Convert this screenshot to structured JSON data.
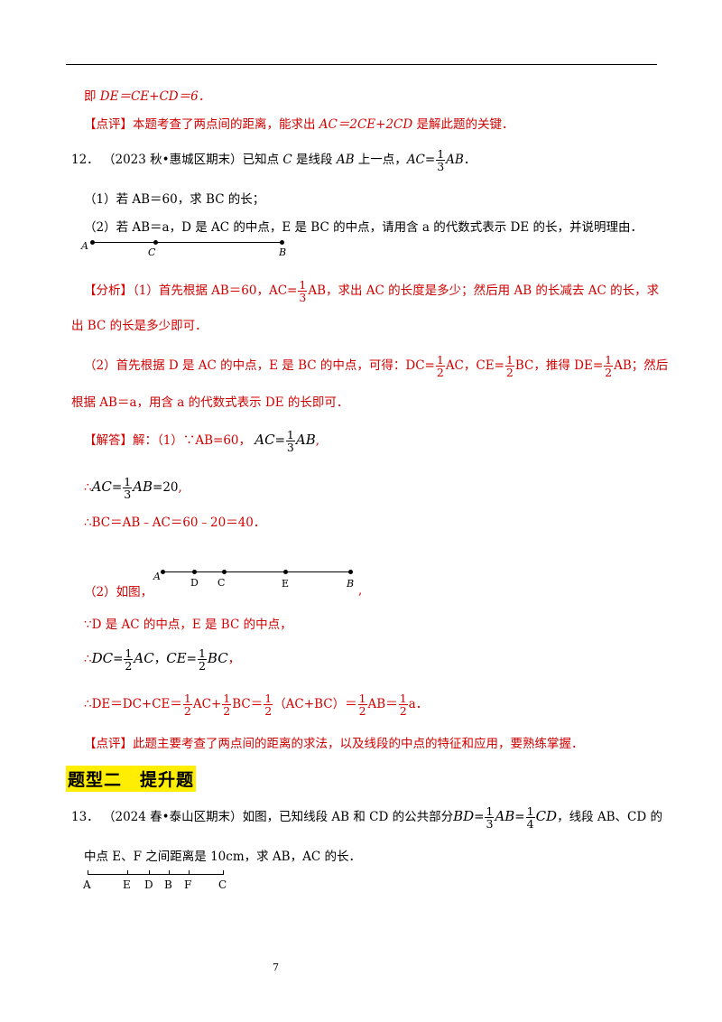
{
  "line1": {
    "prefix": "即 ",
    "expr": "DE＝CE+CD＝6．"
  },
  "comment1": {
    "tag": "【点评】",
    "text1": "本题考查了两点间的距离，能求出 ",
    "expr": "AC＝2CE+2CD",
    "text2": " 是解此题的关键．"
  },
  "q12": {
    "number": "12．",
    "source": "（2023 秋•惠城区期末）",
    "text1": "已知点 ",
    "c": "C",
    "text2": " 是线段 ",
    "ab": "AB",
    "text3": " 上一点，",
    "ac": "AC",
    "eq": "=",
    "frac_num": "1",
    "frac_den": "3",
    "ab2": "AB",
    "end": "．",
    "part1": "（1）若 AB＝60，求 BC 的长；",
    "part2": "（2）若 AB＝a，D 是 AC 的中点，E 是 BC 的中点，请用含 a 的代数式表示 DE 的长，并说明理由．",
    "diagram_labels": [
      "A",
      "C",
      "B"
    ]
  },
  "analysis": {
    "tag": "【分析】",
    "p1a": "（1）首先根据 AB＝60，AC=",
    "p1b": "AB，求出 AC 的长度是多少；然后用 AB 的长减去 AC 的长，求",
    "p1c": "出 BC 的长是多少即可．",
    "p2a": "（2）首先根据 D 是 AC 的中点，E 是 BC 的中点，可得：DC=",
    "p2b": "AC，CE=",
    "p2c": "BC，推得 DE=",
    "p2d": "AB；然后",
    "p2e": "根据 AB＝a，用含 a 的代数式表示 DE 的长即可．",
    "one": "1",
    "two": "2",
    "three": "3"
  },
  "solution": {
    "tag": "【解答】",
    "s1a": "解：（1）∵AB=60，",
    "s1b": "AC",
    "s1c": "=",
    "s1d": "AB",
    "s1e": ",",
    "s2a": "∴",
    "s2b": "AC",
    "s2c": "=",
    "s2d": "AB",
    "s2e": "=20",
    "s2f": ",",
    "s3": "∴BC＝AB﹣AC＝60﹣20＝40．",
    "s4": "（2）如图，",
    "s4end": ",",
    "diagram2_labels": [
      "A",
      "D",
      "C",
      "E",
      "B"
    ],
    "s5": "∵D 是 AC 的中点，E 是 BC 的中点，",
    "s6a": "∴",
    "s6b": "DC",
    "s6c": "=",
    "s6d": "AC",
    "s6e": "，",
    "s6f": "CE",
    "s6g": "=",
    "s6h": "BC",
    "s6i": "，",
    "s7a": "∴DE＝DC+CE＝",
    "s7b": "AC+",
    "s7c": "BC＝",
    "s7d": "（AC+BC）＝",
    "s7e": "AB＝",
    "s7f": "a．",
    "one": "1",
    "two": "2",
    "three": "3"
  },
  "comment2": {
    "tag": "【点评】",
    "text": "此题主要考查了两点间的距离的求法，以及线段的中点的特征和应用，要熟练掌握．"
  },
  "heading": "题型二　提升题",
  "q13": {
    "number": "13．",
    "source": "（2024 春•泰山区期末）",
    "text1": "如图，已知线段 AB 和 CD 的公共部分",
    "bd": "BD",
    "eq1": "=",
    "ab": "AB",
    "eq2": "=",
    "cd": "CD",
    "text2": "，线段 AB、CD 的",
    "text3": "中点 E、F 之间距离是 10cm，求 AB，AC 的长．",
    "one": "1",
    "three": "3",
    "four": "4",
    "diagram_labels": [
      "A",
      "E",
      "D",
      "B",
      "F",
      "C"
    ]
  },
  "page_number": "7"
}
